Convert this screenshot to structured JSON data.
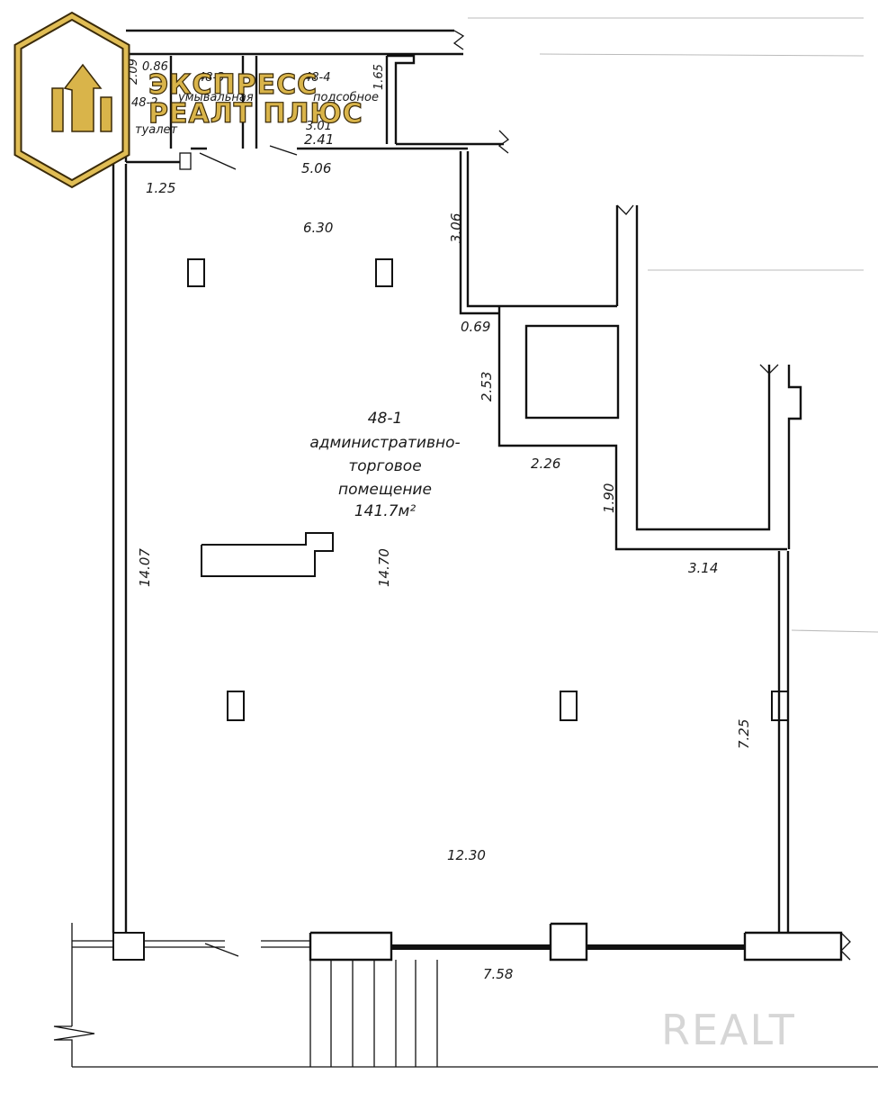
{
  "logo": {
    "line1": "ЭКСПРЕСС",
    "line2": "РЕАЛТ ПЛЮС",
    "color": "#d9b44a"
  },
  "watermark": "REALT",
  "small_rooms": {
    "r1_label": "48-2",
    "r1_name": "туалет",
    "r2_label": "48-3",
    "r2_name": "умывальная",
    "r3_label": "48-4",
    "r3_name": "подсобное"
  },
  "main_room": {
    "label": "48-1",
    "name_line1": "административно-",
    "name_line2": "торговое",
    "name_line3": "помещение",
    "area": "141.7м²"
  },
  "dimensions": {
    "d_209": "2.09",
    "d_086": "0.86",
    "d_165": "1.65",
    "d_241": "2.41",
    "d_301": "3.01",
    "d_506": "5.06",
    "d_125": "1.25",
    "d_630": "6.30",
    "d_306": "3.06",
    "d_069": "0.69",
    "d_253": "2.53",
    "d_226": "2.26",
    "d_190": "1.90",
    "d_314": "3.14",
    "d_1407": "14.07",
    "d_1470": "14.70",
    "d_725": "7.25",
    "d_1230": "12.30",
    "d_758": "7.58"
  }
}
